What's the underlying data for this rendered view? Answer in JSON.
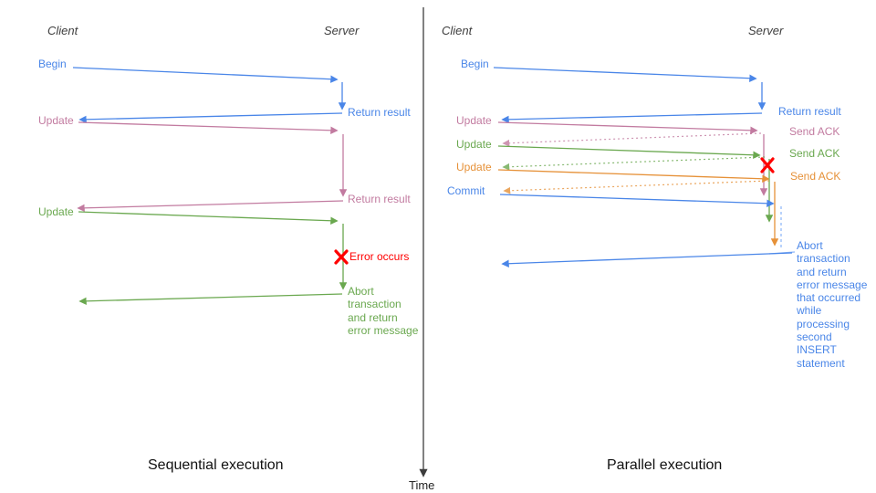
{
  "colors": {
    "blue": "#4a86e8",
    "lightblue": "#8ab4f8",
    "pink": "#c27ba0",
    "green": "#6aa84f",
    "orange": "#e69138",
    "red": "#ff0000",
    "axis": "#3d3d3d"
  },
  "time_axis": {
    "label": "Time"
  },
  "left": {
    "title": "Sequential execution",
    "client_header": "Client",
    "server_header": "Server",
    "messages": {
      "begin": "Begin",
      "return_result_1": "Return result",
      "update_1": "Update",
      "return_result_2": "Return result",
      "update_2": "Update",
      "error": "Error occurs",
      "abort": "Abort transaction and return error message"
    }
  },
  "right": {
    "title": "Parallel execution",
    "client_header": "Client",
    "server_header": "Server",
    "messages": {
      "begin": "Begin",
      "return_result": "Return result",
      "update_1": "Update",
      "send_ack_1": "Send ACK",
      "update_2": "Update",
      "send_ack_2": "Send ACK",
      "update_3": "Update",
      "send_ack_3": "Send ACK",
      "commit": "Commit",
      "abort": "Abort transaction and return error message that occurred while processing second INSERT statement"
    }
  }
}
